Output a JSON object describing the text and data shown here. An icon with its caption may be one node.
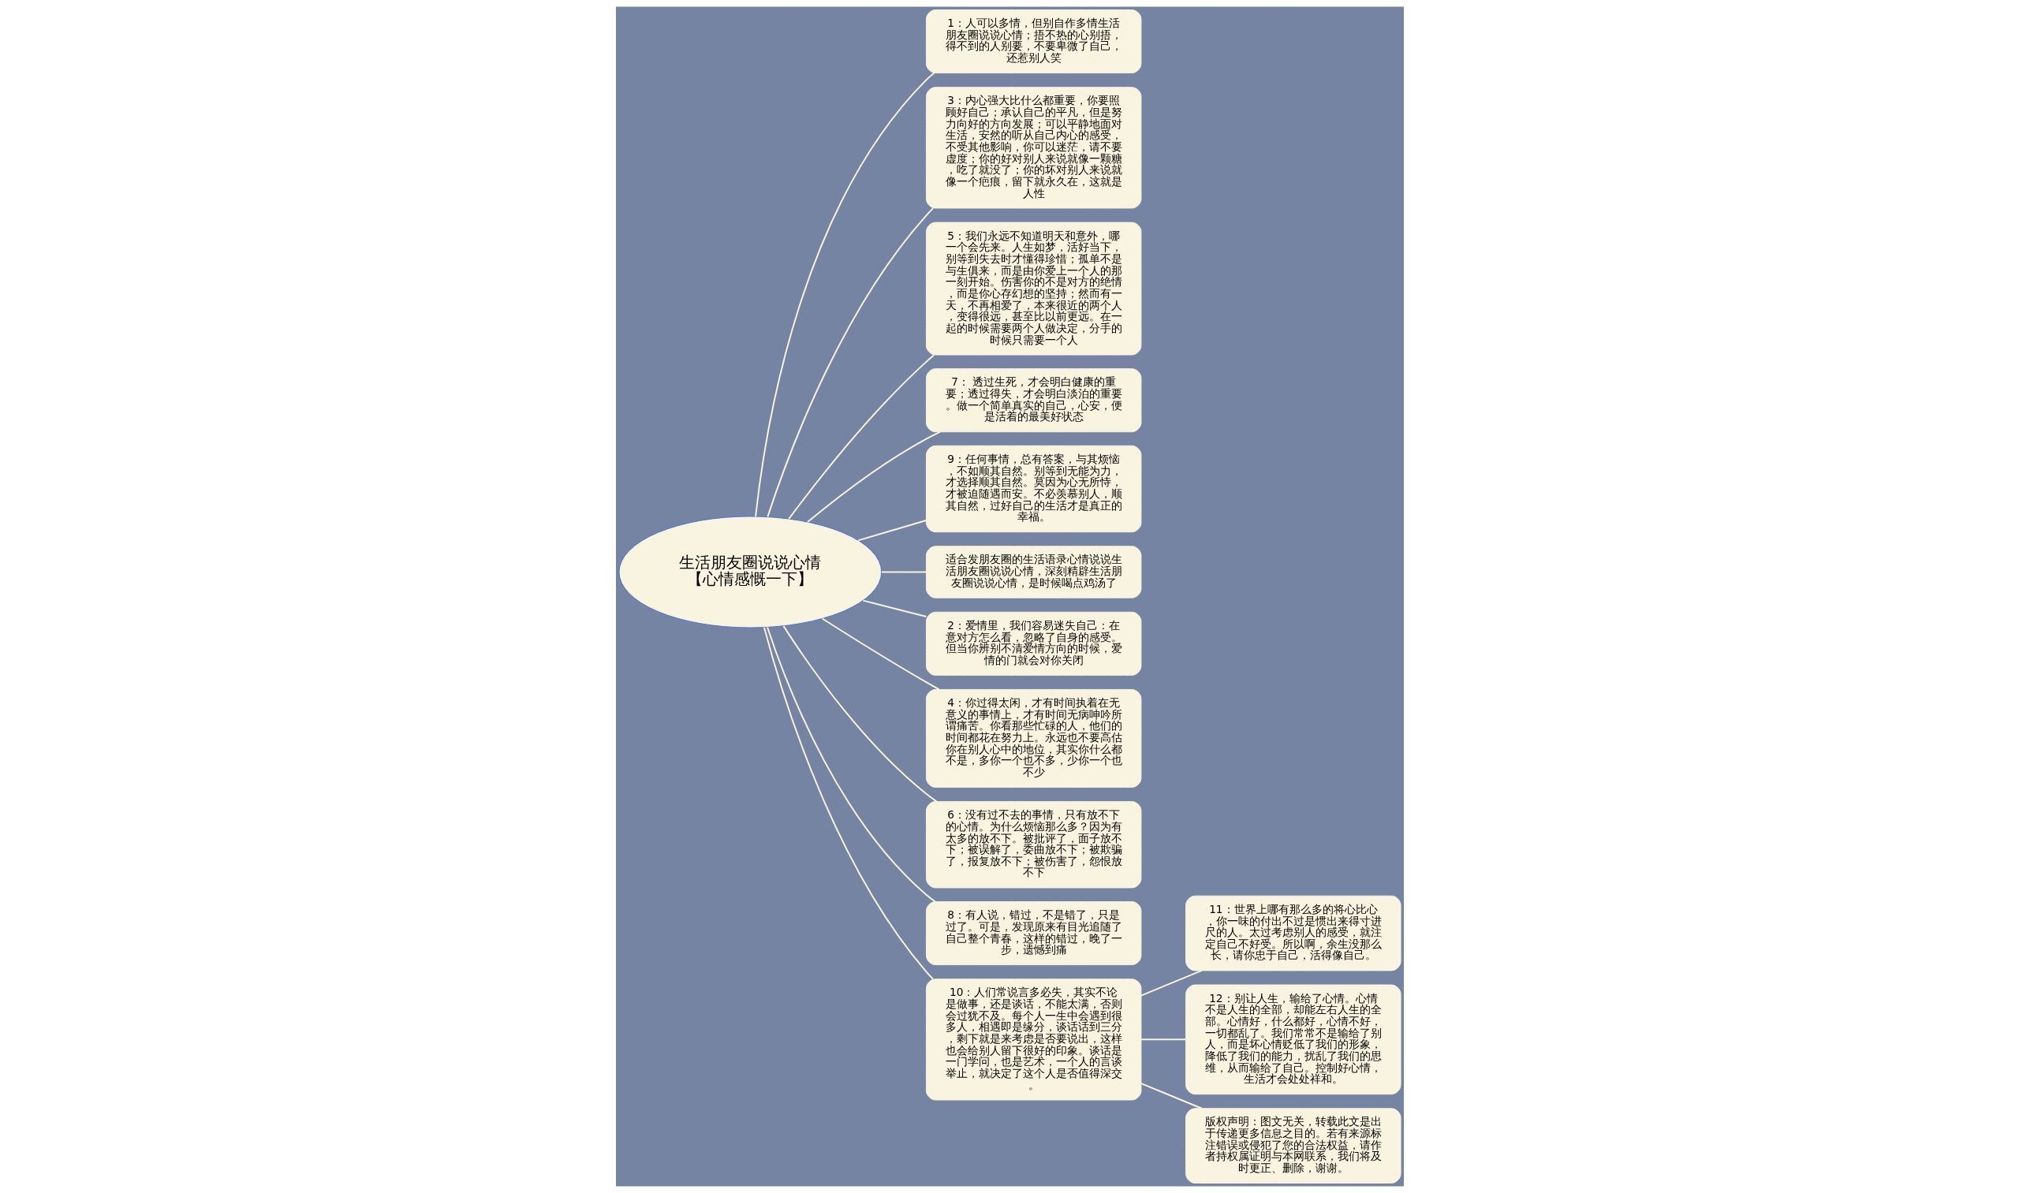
{
  "diagram": {
    "nodes": [
      {
        "text": [
          "生活朋友圈说说心情【心情感慨一下】"
        ]
      },
      {
        "text": [
          "1：人可以多情，但别自作多情生活朋友圈说说心情；捂不热的心别捂，得不到的人别要，不要卑微了自己，还惹别人笑"
        ]
      },
      {
        "text": [
          "3：内心强大比什么都重要，你要照顾好自己；承认自己的平凡，但是努力向好的方向发展；可以平静地面对生活，安然的听从自己内心的感受，不受其他影响，你可以迷茫，请不要虚度；你的好对别人来说就像一颗糖，吃了就没了；你的坏对别人来说就像一个疤痕，留下就永久在，这就是人性"
        ]
      },
      {
        "text": [
          "5：我们永远不知道明天和意外，哪一个会先来。人生如梦，活好当下，别等到失去时才懂得珍惜；孤单不是与生俱来，而是由你爱上一个人的那一刻开始。伤害你的不是对方的绝情，而是你心存幻想的坚持；然而有一天，不再相爱了，本来很近的两个人，变得很远，甚至比以前更远。在一起的时候需要两个人做决定，分手的时候只需要一个人"
        ]
      },
      {
        "text": [
          "7： 透过生死，才会明白健康的重要；透过得失，才会明白淡泊的重要。做一个简单真实的自己，心安，便是活着的最美好状态"
        ]
      },
      {
        "text": [
          "9：任何事情，总有答案，与其烦恼，不如顺其自然。别等到无能为力，才选择顺其自然。莫因为心无所恃，才被迫随遇而安。不必羡慕别人，顺其自然，过好自己的生活才是真正的幸福。"
        ]
      },
      {
        "text": [
          "适合发朋友圈的生活语录心情说说生活朋友圈说说心情，深刻精辟生活朋友圈说说心情，是时候喝点鸡汤了"
        ]
      },
      {
        "text": [
          "2：爱情里，我们容易迷失自己：在意对方怎么看，忽略了自身的感受。但当你辨别不清爱情方向的时候，爱情的门就会对你关闭"
        ]
      },
      {
        "text": [
          "4：你过得太闲，才有时间执着在无意义的事情上，才有时间无病呻吟所谓痛苦。你看那些忙碌的人，他们的时间都花在努力上。永远也不要高估你在别人心中的地位，其实你什么都不是，多你一个也不多，少你一个也不少"
        ]
      },
      {
        "text": [
          "6：没有过不去的事情，只有放不下的心情。为什么烦恼那么多？因为有太多的放不下。被批评了，面子放不下；被误解了，委曲放不下；被欺骗了，报复放不下；被伤害了，怨恨放不下"
        ]
      },
      {
        "text": [
          "8：有人说，错过，不是错了，只是过了。可是，发现原来有目光追随了自己整个青春，这样的错过，晚了一步，遗憾到痛"
        ]
      },
      {
        "text": [
          "10：人们常说言多必失，其实不论是做事，还是谈话，不能太满，否则会过犹不及。每个人一生中会遇到很多人，相遇即是缘分，谈话话到三分，剩下就是来考虑是否要说出，这样也会给别人留下很好的印象。谈话是一门学问，也是艺术，一个人的言谈举止，就决定了这个人是否值得深交。"
        ]
      },
      {
        "text": [
          "11：世界上哪有那么多的将心比心，你一味的付出不过是惯出来得寸进尺的人。太过考虑别人的感受，就注定自己不好受。所以啊，余生没那么长，请你忠于自己，活得像自己。"
        ]
      },
      {
        "text": [
          "12：别让人生，输给了心情。心情不是人生的全部，却能左右人生的全部。心情好，什么都好，心情不好，一切都乱了。我们常常不是输给了别人，而是坏心情贬低了我们的形象，降低了我们的能力，扰乱了我们的思维，从而输给了自己。控制好心情，生活才会处处祥和。"
        ]
      },
      {
        "text": [
          "版权声明：图文无关，转载此文是出于传递更多信息之目的。若有来源标注错误或侵犯了您的合法权益，请作者持权属证明与本网联系，我们将及时更正、删除，谢谢。"
        ]
      }
    ],
    "edges": [
      {
        "from": 0,
        "to": 1,
        "arrow": "none"
      },
      {
        "from": 0,
        "to": 2,
        "arrow": "none"
      },
      {
        "from": 0,
        "to": 3,
        "arrow": "none"
      },
      {
        "from": 0,
        "to": 4,
        "arrow": "none"
      },
      {
        "from": 0,
        "to": 5,
        "arrow": "none"
      },
      {
        "from": 0,
        "to": 6,
        "arrow": "none"
      },
      {
        "from": 0,
        "to": 7,
        "arrow": "none"
      },
      {
        "from": 0,
        "to": 8,
        "arrow": "none"
      },
      {
        "from": 0,
        "to": 9,
        "arrow": "none"
      },
      {
        "from": 0,
        "to": 10,
        "arrow": "none"
      },
      {
        "from": 0,
        "to": 11,
        "arrow": "none"
      },
      {
        "from": 11,
        "to": 12,
        "arrow": "none"
      },
      {
        "from": 11,
        "to": 13,
        "arrow": "none"
      },
      {
        "from": 11,
        "to": 14,
        "arrow": "none"
      }
    ]
  }
}
